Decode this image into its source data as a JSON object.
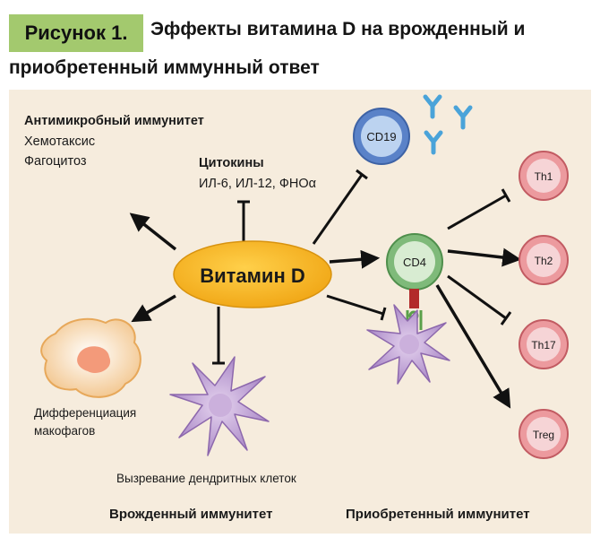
{
  "figure": {
    "label": "Рисунок 1.",
    "title_line1": "Эффекты витамина D на врожденный и",
    "title_line2": "приобретенный иммунный ответ"
  },
  "diagram": {
    "center": "Витамин D",
    "antimicrobial": {
      "heading": "Антимикробный иммунитет",
      "line1": "Хемотаксис",
      "line2": "Фагоцитоз"
    },
    "cytokines": {
      "heading": "Цитокины",
      "list": "ИЛ-6, ИЛ-12, ФНОα"
    },
    "macrophage_label_line1": "Дифференциация",
    "macrophage_label_line2": "макофагов",
    "dendritic_label": "Вызревание дендритных клеток",
    "innate_label": "Врожденный иммунитет",
    "acquired_label": "Приобретенный иммунитет",
    "cells": {
      "cd19": "CD19",
      "cd4": "CD4",
      "th1": "Th1",
      "th2": "Th2",
      "th17": "Th17",
      "treg": "Treg"
    },
    "colors": {
      "vitamin_fill": "#f6b41c",
      "panel_bg": "#f6ecdd",
      "header_bg": "#a3c96e",
      "cd19_fill": "#5a82c8",
      "cd4_fill": "#7fba7a",
      "th_fill": "#ec9a9e"
    }
  }
}
